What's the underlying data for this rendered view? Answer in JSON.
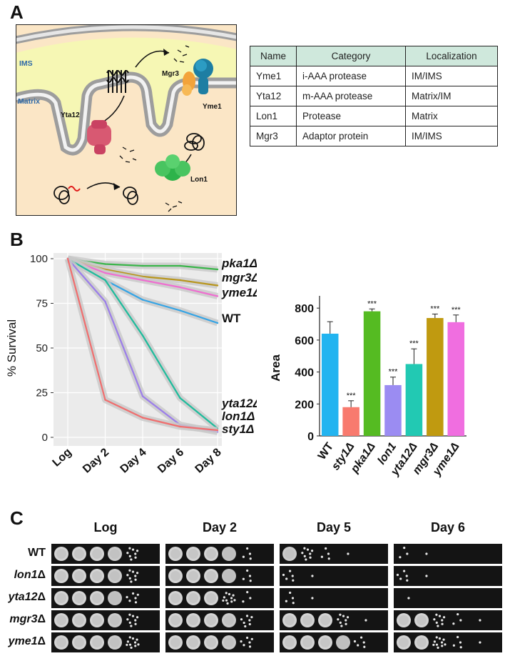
{
  "panels": {
    "a": "A",
    "b": "B",
    "c": "C"
  },
  "schematic": {
    "ims_label": "IMS",
    "matrix_label": "Matrix",
    "proteins": [
      "Yta12",
      "Mgr3",
      "Yme1",
      "Lon1"
    ]
  },
  "table": {
    "headers": [
      "Name",
      "Category",
      "Localization"
    ],
    "rows": [
      [
        "Yme1",
        "i-AAA protease",
        "IM/IMS"
      ],
      [
        "Yta12",
        "m-AAA protease",
        "Matrix/IM"
      ],
      [
        "Lon1",
        "Protease",
        "Matrix"
      ],
      [
        "Mgr3",
        "Adaptor protein",
        "IM/IMS"
      ]
    ],
    "header_color": "#cfe8dc"
  },
  "chart_data": [
    {
      "type": "line",
      "ylabel": "% Survival",
      "xlabel": "",
      "x": [
        "Log",
        "Day 2",
        "Day 4",
        "Day 6",
        "Day 8"
      ],
      "ylim": [
        0,
        100
      ],
      "yticks": [
        0,
        25,
        50,
        75,
        100
      ],
      "grid": true,
      "background": "#ebebeb",
      "series": [
        {
          "name": "pka1Δ",
          "color": "#3ab54a",
          "values": [
            100,
            97,
            96,
            96,
            94
          ]
        },
        {
          "name": "mgr3Δ",
          "color": "#b8961e",
          "values": [
            100,
            94,
            90,
            88,
            85
          ]
        },
        {
          "name": "yme1Δ",
          "color": "#ee6fd0",
          "values": [
            100,
            92,
            88,
            84,
            79
          ]
        },
        {
          "name": "WT",
          "color": "#33a4e6",
          "values": [
            100,
            88,
            77,
            71,
            64
          ]
        },
        {
          "name": "yta12Δ",
          "color": "#1ebc9c",
          "values": [
            100,
            88,
            57,
            22,
            5
          ]
        },
        {
          "name": "lon1Δ",
          "color": "#9b7dea",
          "values": [
            100,
            76,
            23,
            7,
            3
          ]
        },
        {
          "name": "sty1Δ",
          "color": "#f06e6e",
          "values": [
            100,
            21,
            11,
            6,
            4
          ]
        }
      ]
    },
    {
      "type": "bar",
      "ylabel": "Area",
      "categories": [
        "WT",
        "sty1Δ",
        "pka1Δ",
        "lon1",
        "yta12Δ",
        "mgr3Δ",
        "yme1Δ"
      ],
      "values": [
        640,
        180,
        780,
        318,
        450,
        738,
        712
      ],
      "errors": [
        75,
        40,
        15,
        50,
        95,
        25,
        45
      ],
      "significance": [
        "",
        "***",
        "***",
        "***",
        "***",
        "***",
        "***"
      ],
      "colors": [
        "#22b4f0",
        "#f87a6e",
        "#55bb22",
        "#9b8cf2",
        "#22c9b3",
        "#c09a10",
        "#f06ee0"
      ],
      "ylim": [
        0,
        850
      ],
      "yticks": [
        0,
        200,
        400,
        600,
        800
      ],
      "grid": false
    }
  ],
  "spot_assay": {
    "columns": [
      "Log",
      "Day 2",
      "Day 5",
      "Day 6"
    ],
    "rows": [
      {
        "prefix": "WT",
        "suffix": ""
      },
      {
        "prefix": "lon1",
        "suffix": "Δ"
      },
      {
        "prefix": "yta12",
        "suffix": "Δ"
      },
      {
        "prefix": "mgr3",
        "suffix": "Δ"
      },
      {
        "prefix": "yme1",
        "suffix": "Δ"
      }
    ],
    "growth": [
      [
        [
          1,
          1,
          1,
          0.9,
          0.6
        ],
        [
          1,
          1,
          1,
          0.8,
          0.25
        ],
        [
          0.9,
          0.6,
          0.25,
          0.05,
          0
        ],
        [
          0.2,
          0.03,
          0,
          0,
          0
        ]
      ],
      [
        [
          1,
          1,
          1,
          0.9,
          0.6
        ],
        [
          1,
          1,
          1,
          0.8,
          0.3
        ],
        [
          0.35,
          0.08,
          0,
          0,
          0
        ],
        [
          0.35,
          0.05,
          0,
          0,
          0
        ]
      ],
      [
        [
          1,
          1,
          1,
          0.8,
          0.4
        ],
        [
          1,
          1,
          1,
          0.7,
          0.2
        ],
        [
          0.25,
          0.05,
          0,
          0,
          0
        ],
        [
          0.05,
          0,
          0,
          0,
          0
        ]
      ],
      [
        [
          1,
          1,
          1,
          0.9,
          0.6
        ],
        [
          1,
          1,
          1,
          0.9,
          0.5
        ],
        [
          1,
          1,
          1,
          0.6,
          0.1
        ],
        [
          1,
          1,
          0.6,
          0.2,
          0.03
        ]
      ],
      [
        [
          1,
          1,
          1,
          0.9,
          0.7
        ],
        [
          1,
          1,
          1,
          0.9,
          0.45
        ],
        [
          1,
          1,
          1,
          0.8,
          0.35
        ],
        [
          1,
          1,
          0.7,
          0.25,
          0.05
        ]
      ]
    ]
  }
}
